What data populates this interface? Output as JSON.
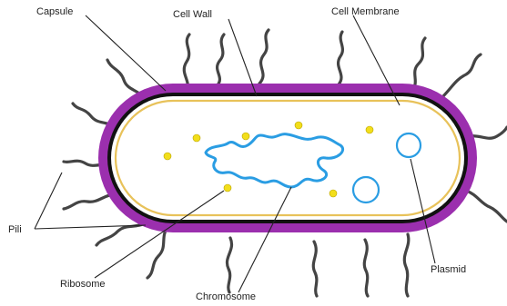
{
  "labels": {
    "capsule": "Capsule",
    "cell_wall": "Cell Wall",
    "cell_membrane": "Cell Membrane",
    "pili": "Pili",
    "ribosome": "Ribosome",
    "chromosome": "Chromosome",
    "plasmid": "Plasmid"
  },
  "colors": {
    "capsule": "#9b2fae",
    "cell_wall": "#111111",
    "cell_membrane": "#e8c25a",
    "chromosome": "#2a9de3",
    "plasmid": "#2a9de3",
    "ribosome": "#f2de1b",
    "pili": "#444444",
    "leader_line": "#222222"
  }
}
